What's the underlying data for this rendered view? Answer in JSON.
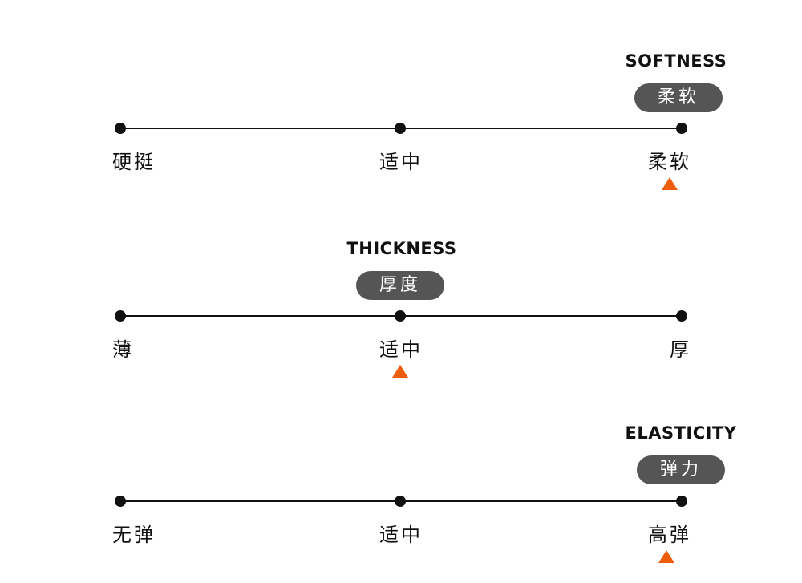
{
  "scales": [
    {
      "title_en": "SOFTNESS",
      "title_zh": "柔软",
      "labels": [
        "硬挺",
        "适中",
        "柔软"
      ],
      "selected": "柔软"
    },
    {
      "title_en": "THICKNESS",
      "title_zh": "厚度",
      "labels": [
        "薄",
        "适中",
        "厚"
      ],
      "selected": "适中"
    },
    {
      "title_en": "ELASTICITY",
      "title_zh": "弹力",
      "labels": [
        "无弹",
        "适中",
        "高弹"
      ],
      "selected": "高弹"
    }
  ],
  "colors": {
    "pill_bg": "#555555",
    "marker": "#ee5d0c",
    "line": "#111111"
  },
  "icons": {
    "marker": "triangle-up-icon",
    "dot": "circle-dot-icon"
  }
}
